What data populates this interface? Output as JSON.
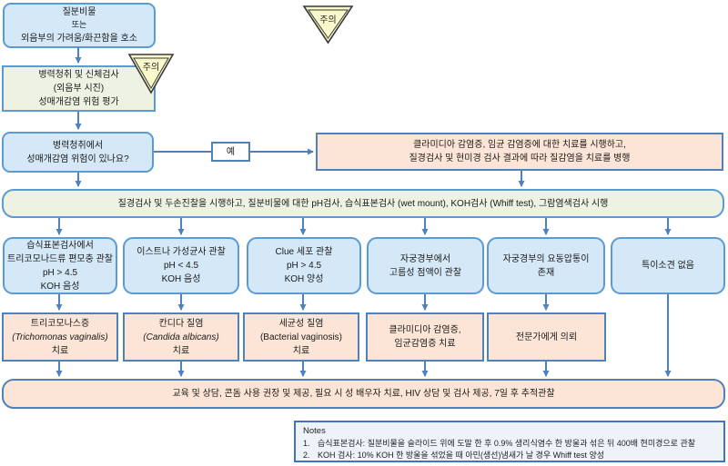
{
  "palette": {
    "arrow_blue": "#4f81bd",
    "box_blue_fill": "#d4e8f7",
    "box_blue_border": "#5b9bd5",
    "band_green_fill": "#eef2e2",
    "peach_fill": "#fce5d6",
    "triangle_yellow_fill": "#f9f9cb",
    "notes_fill": "#eef3f9"
  },
  "triangles": [
    {
      "label": "주의"
    },
    {
      "label": "주의"
    }
  ],
  "nodes": {
    "complaint": {
      "lines": [
        "질분비물",
        "또는",
        "외음부의 가려움/화끈함을 호소"
      ]
    },
    "history_exam": {
      "lines": [
        "병력청취 및 신체검사",
        "(외음부 시진)",
        "성매개감염 위험 평가"
      ]
    },
    "sti_risk_question": {
      "lines": [
        "병력청취에서",
        "성매개감염 위험이 있나요?"
      ]
    },
    "yes_label": "예",
    "sti_branch": {
      "lines": [
        "클라미디아 감염증, 임균 감염증에 대한 치료를 시행하고,",
        "질경검사 및 현미경 검사 결과에 따라 질감염을 치료를 병행"
      ]
    },
    "exam_band": "질경검사 및 두손진찰을 시행하고, 질분비물에 대한 pH검사, 습식표본검사 (wet mount), KOH검사 (Whiff test), 그람염색검사 시행",
    "findings": [
      {
        "lines": [
          "습식표본검사에서",
          "트리코모나드류 편모충 관찰",
          "pH > 4.5",
          "KOH 음성"
        ]
      },
      {
        "lines": [
          "이스트나 가성균사 관찰",
          "pH < 4.5",
          "KOH 음성"
        ]
      },
      {
        "lines": [
          "Clue 세포 관찰",
          "pH > 4.5",
          "KOH 양성"
        ]
      },
      {
        "lines": [
          "자궁경부에서",
          "고름성 점액이 관찰"
        ]
      },
      {
        "lines": [
          "자궁경부의 요동압통이",
          "존재"
        ]
      },
      {
        "lines": [
          "특이소견 없음"
        ]
      }
    ],
    "treatments": [
      {
        "lines": [
          "트리코모나스증",
          "(Trichomonas vaginalis)",
          "치료"
        ]
      },
      {
        "lines": [
          "칸디다 질염",
          "(Candida albicans)",
          "치료"
        ]
      },
      {
        "lines": [
          "세균성 질염",
          "(Bacterial vaginosis)",
          "치료"
        ]
      },
      {
        "lines": [
          "클라미디아 감염증,",
          "임균감염증 치료"
        ]
      },
      {
        "lines": [
          "전문가에게 의뢰"
        ]
      }
    ],
    "education_band": "교육 및 상담, 콘돔 사용 권장 및 제공, 필요 시 성 배우자 치료, HIV 상담 및 검사 제공, 7일 후 추적관찰"
  },
  "notes": {
    "title": "Notes",
    "items": [
      {
        "num": "1.",
        "text": "습식표본검사: 질분비물을 슬라이드 위에 도말 한 후 0.9% 생리식염수 한 방울과 섞은 뒤 400배 현미경으로 관찰"
      },
      {
        "num": "2.",
        "text": "KOH 검사: 10% KOH 한 방울을 섞었을 때 아민(생선)냄새가 날 경우 Whiff test 양성"
      }
    ]
  }
}
